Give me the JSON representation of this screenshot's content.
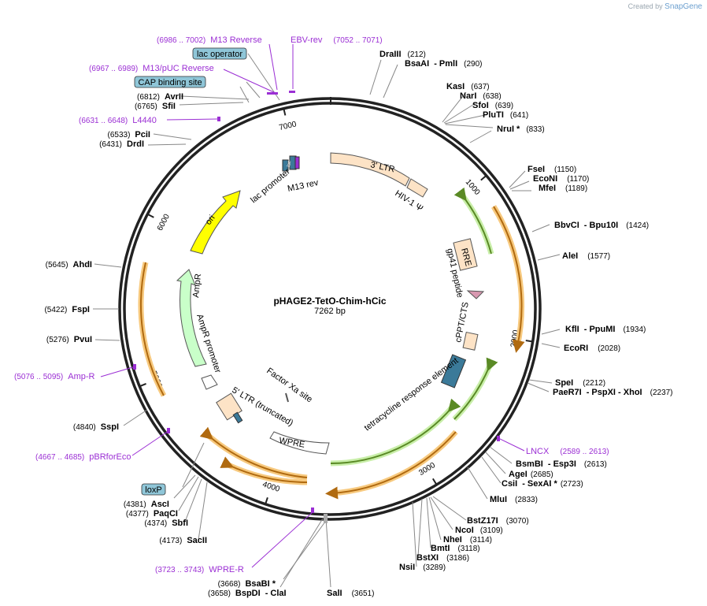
{
  "brand": {
    "prefix": "Created by",
    "name": "SnapGene"
  },
  "plasmid": {
    "name": "pHAGE2-TetO-Chim-hCic",
    "length_label": "7262 bp",
    "length": 7262
  },
  "ticks": [
    {
      "bp": 1000,
      "label": "1000"
    },
    {
      "bp": 2000,
      "label": "2000"
    },
    {
      "bp": 3000,
      "label": "3000"
    },
    {
      "bp": 4000,
      "label": "4000"
    },
    {
      "bp": 5000,
      "label": "5000"
    },
    {
      "bp": 6000,
      "label": "6000"
    },
    {
      "bp": 7000,
      "label": "7000"
    }
  ],
  "boxed_labels": [
    {
      "text": "lac operator"
    },
    {
      "text": "CAP binding site"
    },
    {
      "text": "loxP"
    }
  ],
  "sites_right": [
    {
      "name": "DraIII",
      "pos": "(212)"
    },
    {
      "name": "BsaAI",
      "extra": "- PmlI",
      "pos": "(290)"
    },
    {
      "name": "KasI",
      "pos": "(637)"
    },
    {
      "name": "NarI",
      "pos": "(638)"
    },
    {
      "name": "SfoI",
      "pos": "(639)"
    },
    {
      "name": "PluTI",
      "pos": "(641)"
    },
    {
      "name": "NruI *",
      "pos": "(833)"
    },
    {
      "name": "FseI",
      "pos": "(1150)"
    },
    {
      "name": "EcoNI",
      "pos": "(1170)"
    },
    {
      "name": "MfeI",
      "pos": "(1189)"
    },
    {
      "name": "BbvCI",
      "extra": "- Bpu10I",
      "pos": "(1424)"
    },
    {
      "name": "AleI",
      "pos": "(1577)"
    },
    {
      "name": "KflI",
      "extra": "- PpuMI",
      "pos": "(1934)"
    },
    {
      "name": "EcoRI",
      "pos": "(2028)"
    },
    {
      "name": "SpeI",
      "pos": "(2212)"
    },
    {
      "name": "PaeR7I",
      "extra": "- PspXI - XhoI",
      "pos": "(2237)"
    },
    {
      "name": "BsmBI",
      "extra": "- Esp3I",
      "pos": "(2613)"
    },
    {
      "name": "AgeI",
      "pos": "(2685)"
    },
    {
      "name": "CsiI",
      "extra": "- SexAI *",
      "pos": "(2723)"
    },
    {
      "name": "MluI",
      "pos": "(2833)"
    },
    {
      "name": "BstZ17I",
      "pos": "(3070)"
    },
    {
      "name": "NcoI",
      "pos": "(3109)"
    },
    {
      "name": "NheI",
      "pos": "(3114)"
    },
    {
      "name": "BmtI",
      "pos": "(3118)"
    },
    {
      "name": "BstXI",
      "pos": "(3186)"
    },
    {
      "name": "NsiI",
      "pos": "(3289)"
    },
    {
      "name": "SalI",
      "pos": "(3651)"
    }
  ],
  "sites_left": [
    {
      "name": "AvrII",
      "pos": "(6812)"
    },
    {
      "name": "SfiI",
      "pos": "(6765)"
    },
    {
      "name": "PciI",
      "pos": "(6533)"
    },
    {
      "name": "DrdI",
      "pos": "(6431)"
    },
    {
      "name": "AhdI",
      "pos": "(5645)"
    },
    {
      "name": "FspI",
      "pos": "(5422)"
    },
    {
      "name": "PvuI",
      "pos": "(5276)"
    },
    {
      "name": "SspI",
      "pos": "(4840)"
    },
    {
      "name": "AscI",
      "pos": "(4381)"
    },
    {
      "name": "PaqCI",
      "pos": "(4377)"
    },
    {
      "name": "SbfI",
      "pos": "(4374)"
    },
    {
      "name": "SacII",
      "pos": "(4173)"
    },
    {
      "name": "BsaBI *",
      "pos": "(3668)"
    },
    {
      "name": "BspDI",
      "extra": "- ClaI",
      "pos": "(3658)"
    }
  ],
  "primers": [
    {
      "name": "M13 Reverse",
      "pos": "(6986 .. 7002)"
    },
    {
      "name": "EBV-rev",
      "pos": "(7052 .. 7071)"
    },
    {
      "name": "M13/pUC Reverse",
      "pos": "(6967 .. 6989)"
    },
    {
      "name": "L4440",
      "pos": "(6631 .. 6648)"
    },
    {
      "name": "Amp-R",
      "pos": "(5076 .. 5095)"
    },
    {
      "name": "pBRforEco",
      "pos": "(4667 .. 4685)"
    },
    {
      "name": "WPRE-R",
      "pos": "(3723 .. 3743)"
    },
    {
      "name": "LNCX",
      "pos": "(2589 .. 2613)"
    }
  ],
  "features": [
    {
      "label": "3' LTR"
    },
    {
      "label": "HIV-1 Ψ"
    },
    {
      "label": "RRE"
    },
    {
      "label": "gp41 peptide"
    },
    {
      "label": "cPPT/CTS"
    },
    {
      "label": "tetracycline response element"
    },
    {
      "label": "WPRE"
    },
    {
      "label": "Factor Xa site"
    },
    {
      "label": "5' LTR (truncated)"
    },
    {
      "label": "AmpR promoter"
    },
    {
      "label": "AmpR"
    },
    {
      "label": "ori"
    },
    {
      "label": "lac promoter"
    },
    {
      "label": "M13 rev"
    },
    {
      "label": "lac"
    }
  ],
  "colors": {
    "primer": "#9b2fd4",
    "ltr": "#fde3c6",
    "ori": "#ffff00",
    "ampr": "#c9ffc9",
    "orf_green": "#7ec43a",
    "orf_orange": "#f0a030",
    "lac": "#3b7a99",
    "boxed_label_fill": "#8fc6d8"
  }
}
